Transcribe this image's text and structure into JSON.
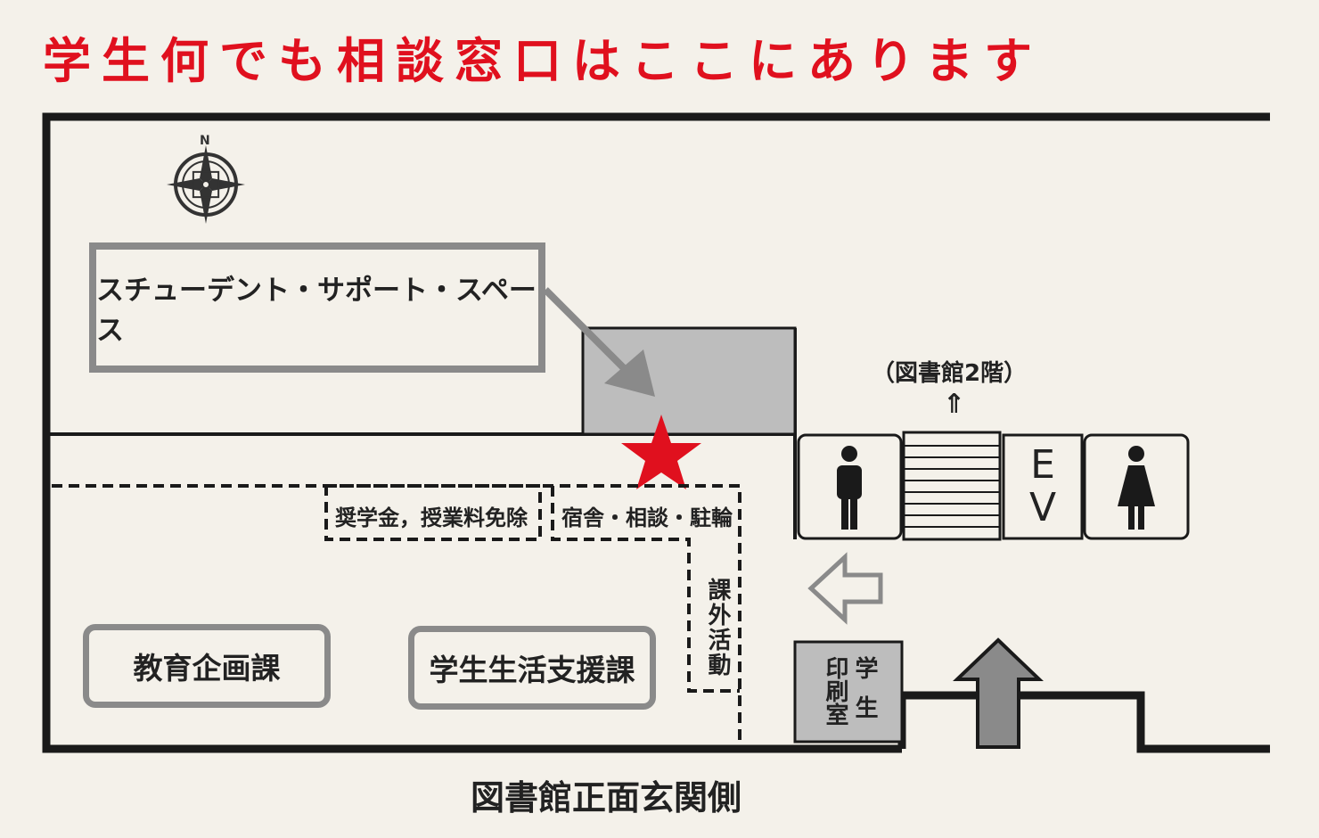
{
  "header": {
    "title": "学生何でも相談窓口はここにあります"
  },
  "map": {
    "compass_label": "N",
    "ssp_label": "スチューデント・サポート・スペース",
    "counters": {
      "scholarship": "奨学金，授業料免除",
      "dormitory": "宿舎・相談・駐輪",
      "extracurricular": "課外活動"
    },
    "offices": {
      "education_planning": "教育企画課",
      "student_life": "学生生活支援課"
    },
    "library_floor": "（図書館2階）",
    "library_arrow": "⇑",
    "elevator_label_1": "E",
    "elevator_label_2": "V",
    "print_room_col1": "印刷室",
    "print_room_col2": "学生",
    "entrance_caption": "図書館正面玄関側"
  },
  "colors": {
    "accent_red": "#e0101e",
    "wall": "#1a1a1a",
    "frame_gray": "#8a8a8a",
    "area_gray": "#bdbdbd"
  }
}
